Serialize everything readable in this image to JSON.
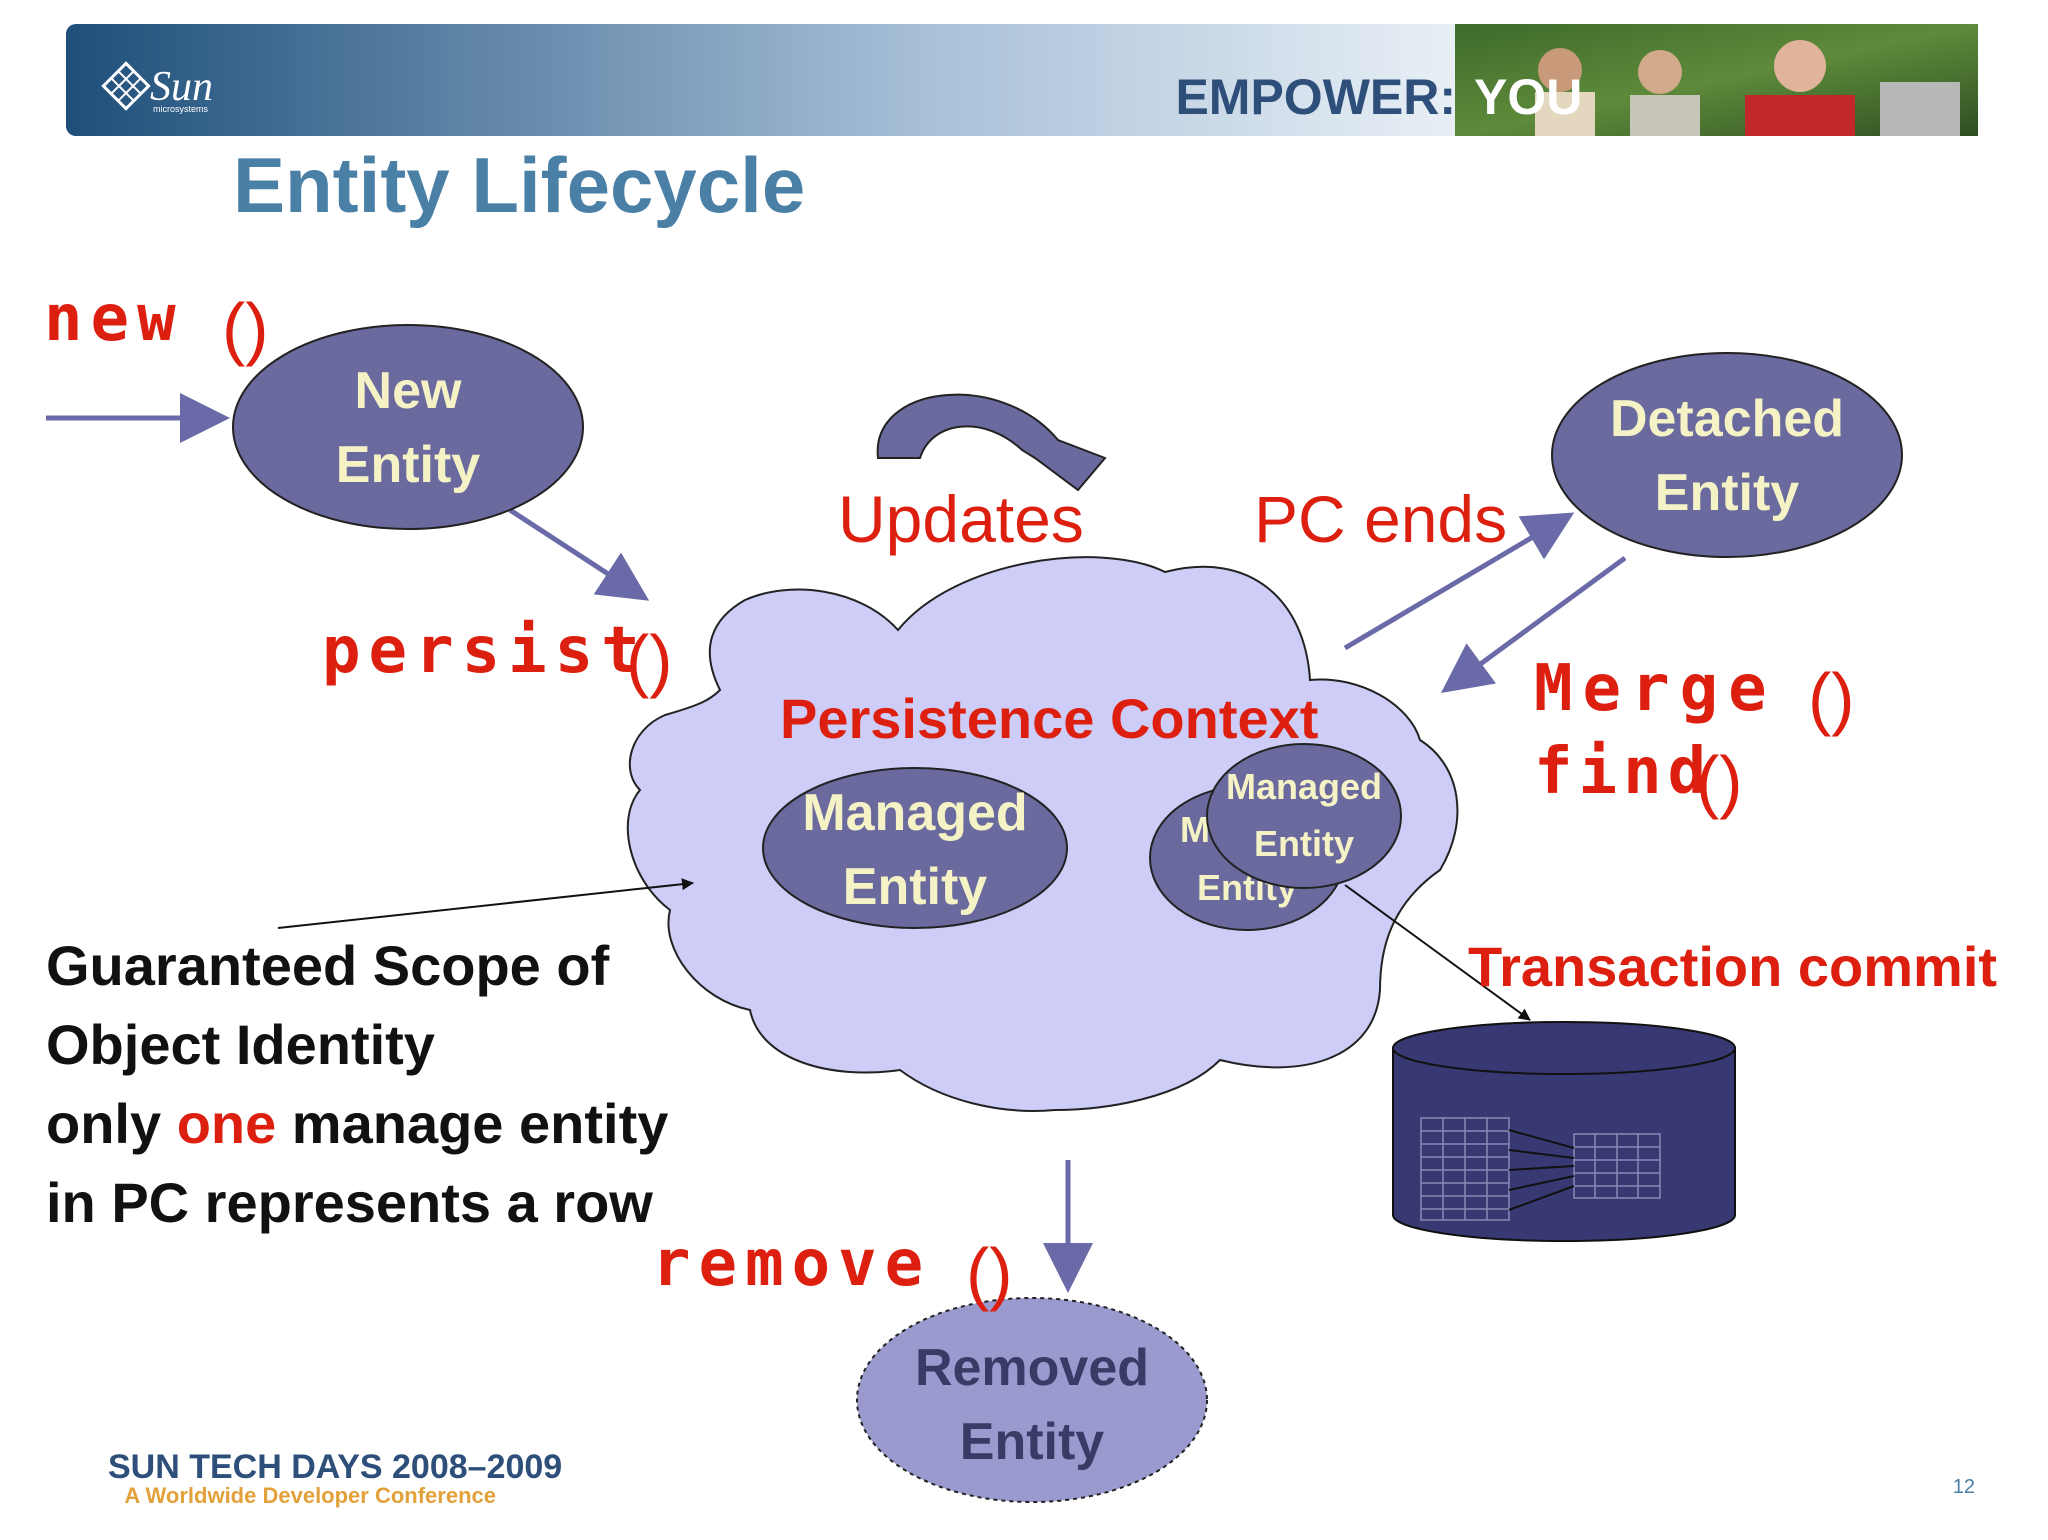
{
  "header": {
    "logo": "Sun",
    "logo_sub": "microsystems",
    "tagline_prefix": "EMPOWER:",
    "tagline_suffix": "YOU"
  },
  "title": "Entity Lifecycle",
  "methods": {
    "new": "new",
    "persist": "persist",
    "merge": "Merge",
    "find": "find",
    "remove": "remove",
    "parens": "()"
  },
  "states": {
    "new": [
      "New",
      "Entity"
    ],
    "detached": [
      "Detached",
      "Entity"
    ],
    "managed": [
      "Managed",
      "Entity"
    ],
    "managed_back": [
      "M",
      "Entity"
    ],
    "managed_front": [
      "Managed",
      "Entity"
    ],
    "removed": [
      "Removed",
      "Entity"
    ]
  },
  "labels": {
    "updates": "Updates",
    "pc_ends": "PC ends",
    "persistence_context": "Persistence Context",
    "transaction_commit": "Transaction commit"
  },
  "note": {
    "line1": "Guaranteed Scope of",
    "line2": "Object Identity",
    "line3_pre": "only ",
    "line3_highlight": "one",
    "line3_post": " manage entity",
    "line4": "in PC represents a row"
  },
  "footer": {
    "brand": "SUN TECH DAYS 2008–2009",
    "subtitle": "A Worldwide Developer Conference",
    "page": "12"
  },
  "colors": {
    "accent_red": "#dd1f10",
    "node_fill": "#6a6a9e",
    "node_text": "#f5f3c6",
    "cloud_fill": "#cdcdf7",
    "title_blue": "#4a7fa6",
    "arrow": "#6a6aa8",
    "db_fill": "#383873"
  }
}
